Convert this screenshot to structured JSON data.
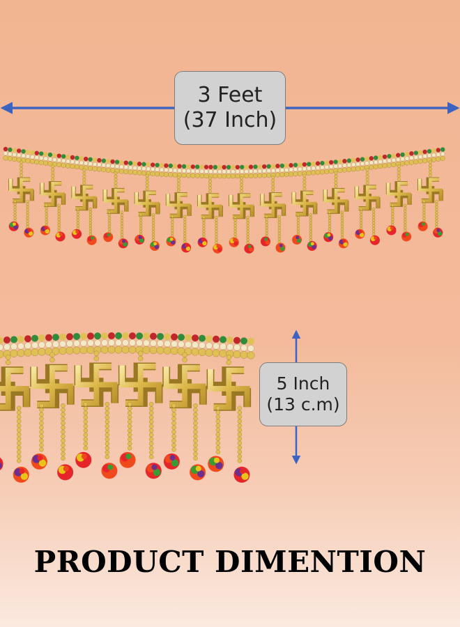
{
  "width_dimension": {
    "line1": "3 Feet",
    "line2": "(37 Inch)"
  },
  "height_dimension": {
    "line1": "5 Inch",
    "line2": "(13 c.m)"
  },
  "title": "PRODUCT DIMENTION",
  "colors": {
    "arrow": "#3d63c0",
    "label_background": "#d2d2d2",
    "gold": "#e0bf55",
    "pompom_colors": [
      "#e6252b",
      "#f0491c",
      "#3a9b32",
      "#6a2f8f",
      "#e8c41a"
    ],
    "background_top": "#f2b592",
    "background_bottom": "#fbe9df"
  }
}
